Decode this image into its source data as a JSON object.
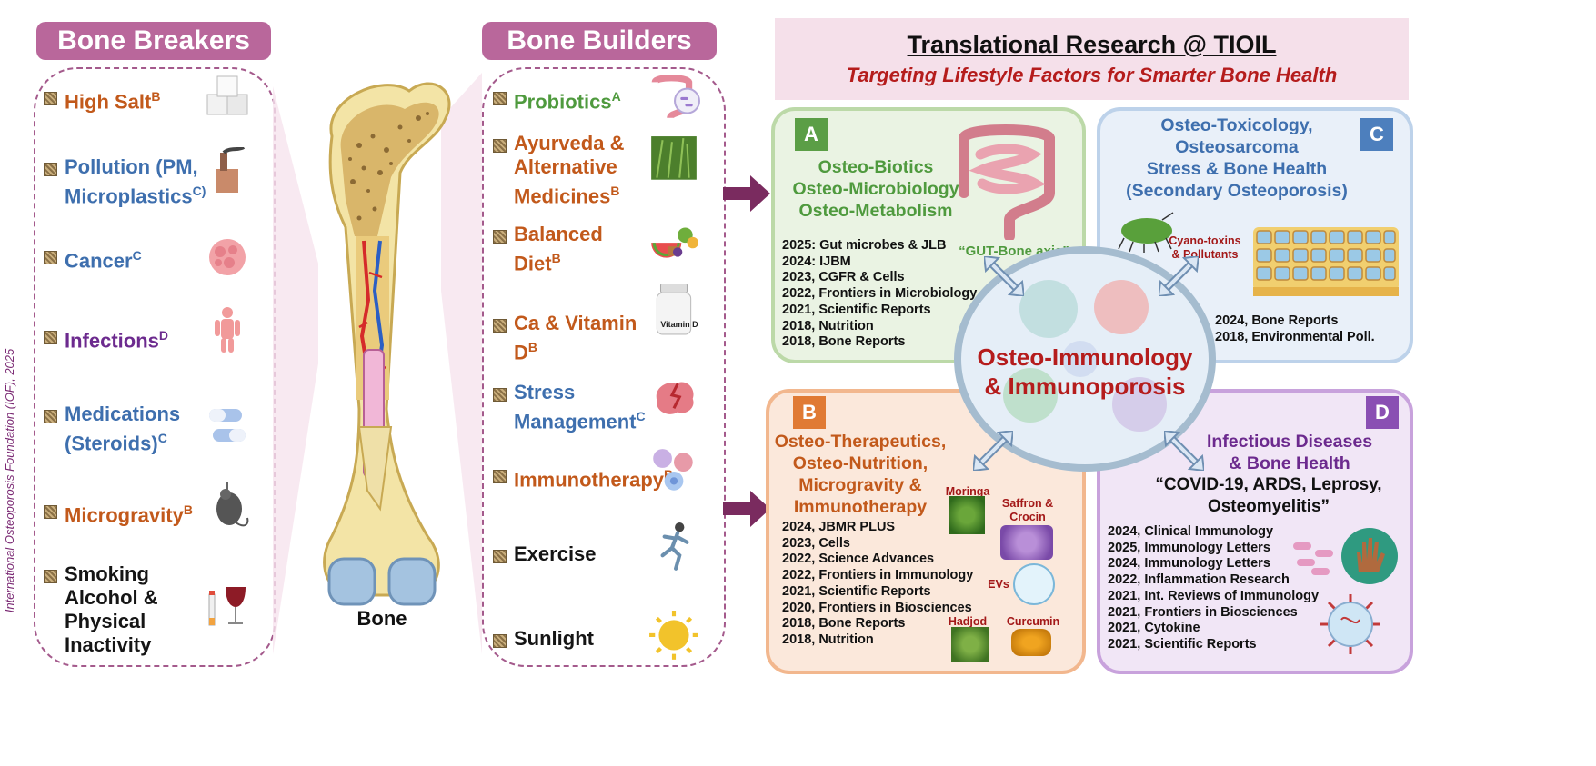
{
  "side_caption": "International Osteoporosis Foundation (IOF), 2025",
  "breakers": {
    "title": "Bone Breakers",
    "items": [
      {
        "label": "High Salt",
        "sup": "B",
        "color": "#c2591b",
        "icon": "sugar-cube-icon"
      },
      {
        "label": "Pollution (PM, Microplastics",
        "sup": "C)",
        "color": "#3e6fae",
        "icon": "factory-icon"
      },
      {
        "label": "Cancer",
        "sup": "C",
        "color": "#3e6fae",
        "icon": "cancer-cell-icon"
      },
      {
        "label": "Infections",
        "sup": "D",
        "color": "#6c2a8e",
        "icon": "human-body-icon"
      },
      {
        "label": "Medications (Steroids)",
        "sup": "C",
        "color": "#3e6fae",
        "icon": "capsule-icon"
      },
      {
        "label": "Microgravity",
        "sup": "B",
        "color": "#c2591b",
        "icon": "mouse-icon"
      },
      {
        "label": "Smoking Alcohol & Physical Inactivity",
        "sup": "",
        "color": "#151515",
        "icon": "cigarette-wine-icon"
      }
    ]
  },
  "bone_label": "Bone",
  "builders": {
    "title": "Bone Builders",
    "items": [
      {
        "label": "Probiotics",
        "sup": "A",
        "color": "#4f9a3e",
        "icon": "gut-microbe-icon"
      },
      {
        "label": "Ayurveda & Alternative Medicines",
        "sup": "B",
        "color": "#c2591b",
        "icon": "herb-icon"
      },
      {
        "label": "Balanced Diet",
        "sup": "B",
        "color": "#c2591b",
        "icon": "food-icon"
      },
      {
        "label": "Ca & Vitamin D",
        "sup": "B",
        "color": "#c2591b",
        "icon": "pill-bottle-icon"
      },
      {
        "label": "Stress Management",
        "sup": "C",
        "color": "#3e6fae",
        "icon": "brain-icon"
      },
      {
        "label": "Immunotherapy",
        "sup": "B",
        "color": "#c2591b",
        "icon": "immune-cells-icon"
      },
      {
        "label": "Exercise",
        "sup": "",
        "color": "#151515",
        "icon": "runner-icon"
      },
      {
        "label": "Sunlight",
        "sup": "",
        "color": "#151515",
        "icon": "sun-icon"
      }
    ],
    "vitamin_label": "Vitamin D"
  },
  "header": {
    "title": "Translational Research @ TIOIL",
    "subtitle": "Targeting Lifestyle Factors for Smarter Bone Health"
  },
  "center": {
    "line1": "Osteo-Immunology",
    "line2": "& Immunoporosis"
  },
  "panels": {
    "A": {
      "letter": "A",
      "title": [
        "Osteo-Biotics",
        "Osteo-Microbiology",
        "Osteo-Metabolism"
      ],
      "tag": "“GUT-Bone axis”",
      "refs": [
        "2025: Gut microbes & JLB",
        "2024: IJBM",
        "2023, CGFR & Cells",
        "2022, Frontiers in Microbiology",
        "2021, Scientific Reports",
        "2018, Nutrition",
        "2018, Bone Reports"
      ]
    },
    "B": {
      "letter": "B",
      "title": [
        "Osteo-Therapeutics,",
        "Osteo-Nutrition,",
        "Microgravity &",
        "Immunotherapy"
      ],
      "labels": {
        "moringa": "Moringa",
        "saffron": "Saffron & Crocin",
        "evs": "EVs",
        "hadjod": "Hadjod",
        "curcumin": "Curcumin"
      },
      "refs": [
        "2024, JBMR PLUS",
        "2023, Cells",
        "2022, Science Advances",
        "2022, Frontiers in Immunology",
        "2021, Scientific Reports",
        "2020, Frontiers in Biosciences",
        "2018, Bone Reports",
        "2018, Nutrition"
      ]
    },
    "C": {
      "letter": "C",
      "title": [
        "Osteo-Toxicology,",
        "Osteosarcoma",
        "Stress & Bone Health",
        "(Secondary Osteoporosis)"
      ],
      "label": "Cyano-toxins & Pollutants",
      "refs": [
        "2024, Bone Reports",
        "2018, Environmental Poll."
      ]
    },
    "D": {
      "letter": "D",
      "title": [
        "Infectious Diseases",
        "& Bone Health"
      ],
      "quote": [
        "“COVID-19, ARDS, Leprosy,",
        "Osteomyelitis”"
      ],
      "refs": [
        "2024, Clinical Immunology",
        "2025, Immunology Letters",
        "2024, Immunology Letters",
        "2022, Inflammation Research",
        "2021, Int. Reviews of Immunology",
        "2021, Frontiers in Biosciences",
        "2021, Cytokine",
        "2021, Scientific Reports"
      ]
    }
  }
}
